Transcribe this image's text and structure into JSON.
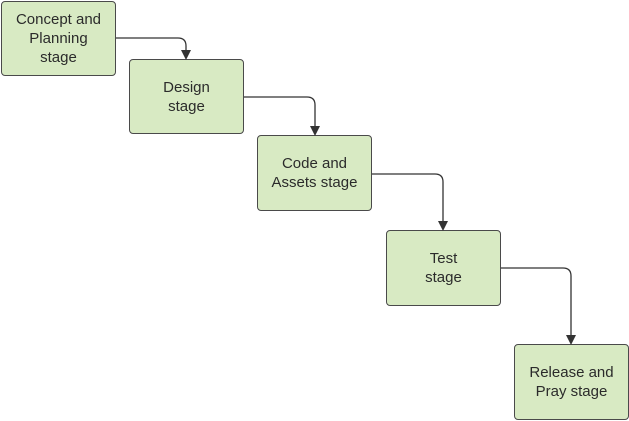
{
  "diagram": {
    "type": "waterfall-flow",
    "colors": {
      "box_fill": "#d8eac3",
      "box_border": "#4a4a4a",
      "connector": "#333333",
      "text": "#2b2b2b"
    },
    "stages": [
      {
        "id": "concept",
        "label": "Concept and\nPlanning\nstage"
      },
      {
        "id": "design",
        "label": "Design\nstage"
      },
      {
        "id": "code",
        "label": "Code and\nAssets stage"
      },
      {
        "id": "test",
        "label": "Test\nstage"
      },
      {
        "id": "release",
        "label": "Release and\nPray stage"
      }
    ],
    "connections": [
      {
        "from": "concept",
        "to": "design"
      },
      {
        "from": "design",
        "to": "code"
      },
      {
        "from": "code",
        "to": "test"
      },
      {
        "from": "test",
        "to": "release"
      }
    ]
  }
}
